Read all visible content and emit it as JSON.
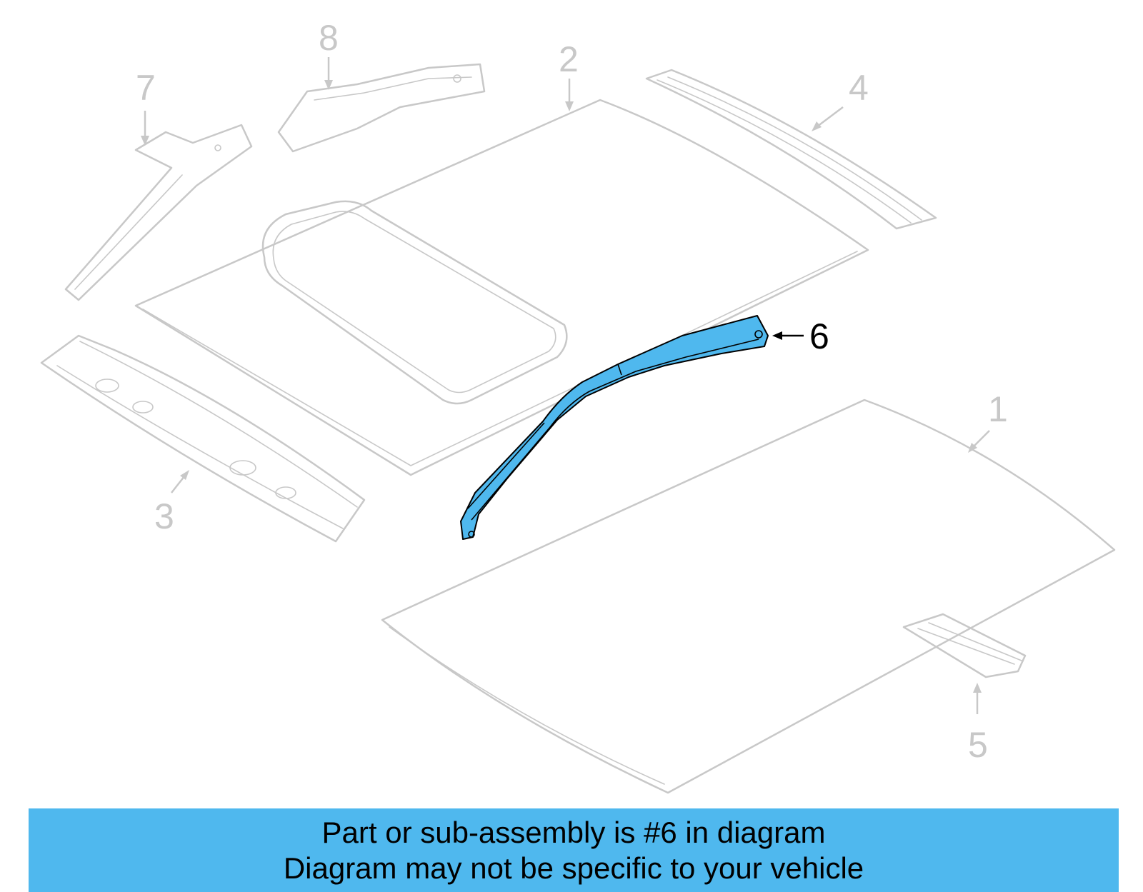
{
  "diagram": {
    "callouts": [
      {
        "id": "1",
        "label": "1"
      },
      {
        "id": "2",
        "label": "2"
      },
      {
        "id": "3",
        "label": "3"
      },
      {
        "id": "4",
        "label": "4"
      },
      {
        "id": "5",
        "label": "5"
      },
      {
        "id": "6",
        "label": "6"
      },
      {
        "id": "7",
        "label": "7"
      },
      {
        "id": "8",
        "label": "8"
      }
    ],
    "highlighted_part": "6",
    "colors": {
      "highlight_fill": "#4fb8ee",
      "inactive_stroke": "#c8c8c8",
      "active_text": "#000000",
      "banner_bg": "#4fb8ee"
    }
  },
  "banner": {
    "line1": "Part or sub-assembly is #6 in diagram",
    "line2": "Diagram may not be specific to your vehicle"
  }
}
